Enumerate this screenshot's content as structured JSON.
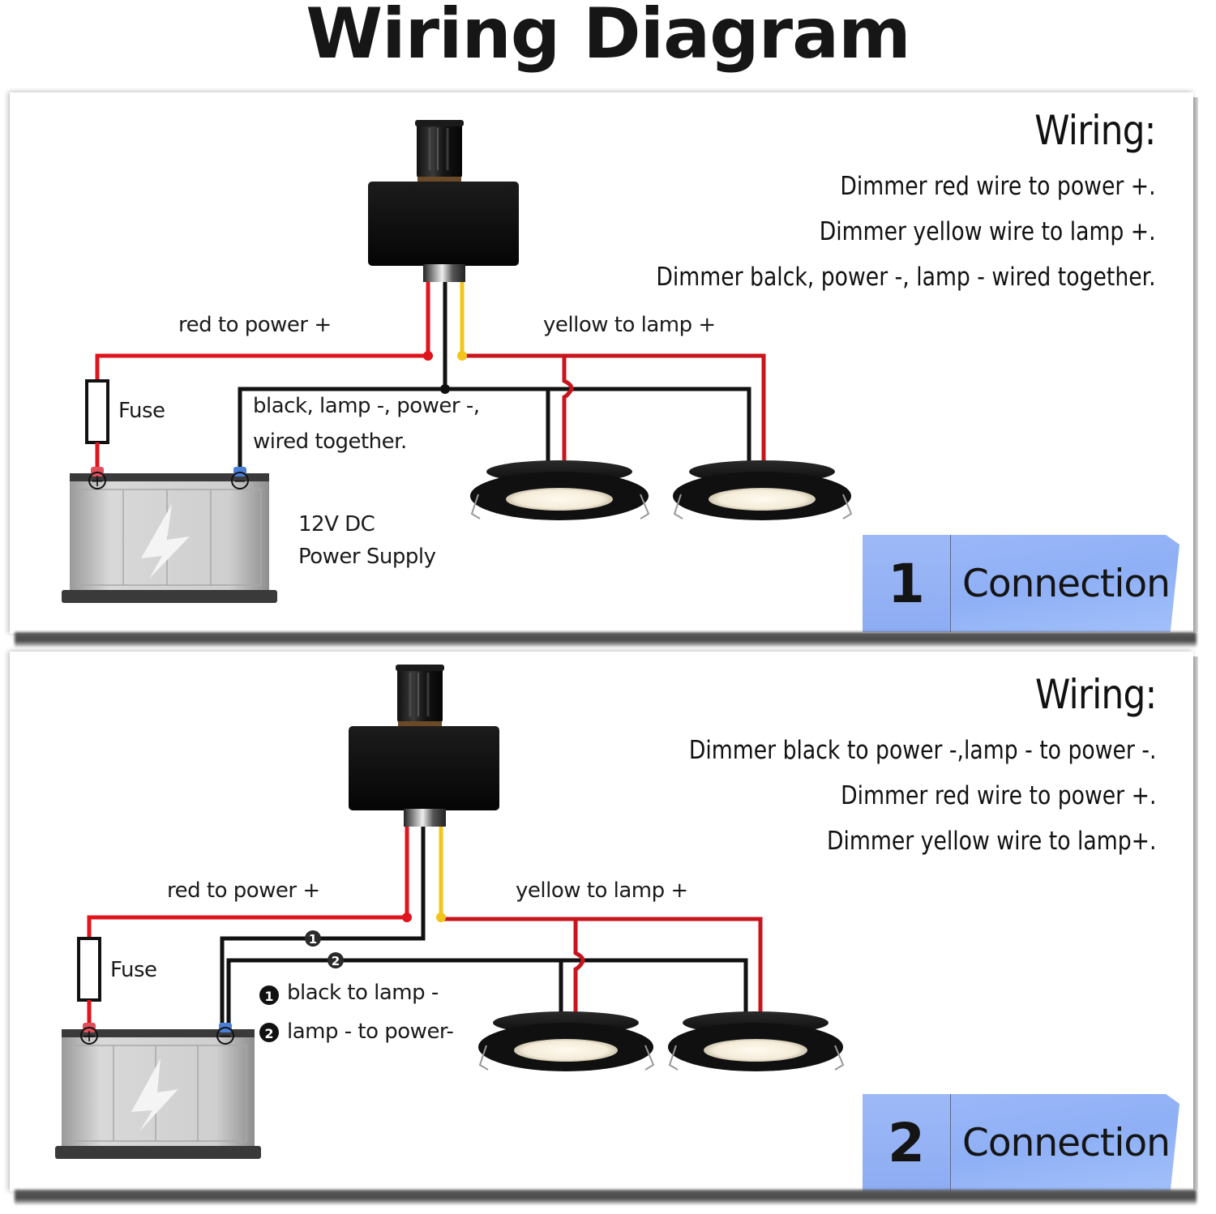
{
  "title": "Wiring Diagram",
  "colors": {
    "red_wire": "#e0141c",
    "yellow_wire": "#f2c51a",
    "black_wire": "#111111",
    "badge_blue": "#94b2f5",
    "battery_gray": "#c9c9c9",
    "terminal_pos": "#e0505a",
    "terminal_neg": "#4a7fd6"
  },
  "panels": [
    {
      "id": 1,
      "wiring_heading": "Wiring:",
      "wiring_instructions": [
        "Dimmer red wire to power +.",
        "Dimmer yellow wire to lamp +.",
        "Dimmer balck, power -, lamp - wired together."
      ],
      "labels": {
        "red": "red to power +",
        "yellow": "yellow to lamp +",
        "fuse": "Fuse",
        "black_line1": "black, lamp -, power -,",
        "black_line2": "wired together.",
        "supply_line1": "12V DC",
        "supply_line2": "Power Supply"
      },
      "badge": {
        "number": "1",
        "text": "Connection"
      }
    },
    {
      "id": 2,
      "wiring_heading": "Wiring:",
      "wiring_instructions": [
        "Dimmer black to power -,lamp - to power -.",
        "Dimmer red wire to power +.",
        "Dimmer yellow wire to lamp+."
      ],
      "labels": {
        "red": "red to power +",
        "yellow": "yellow to lamp +",
        "fuse": "Fuse",
        "marker1": "1",
        "marker2": "2",
        "note1": "black to lamp -",
        "note2": "lamp - to power-"
      },
      "badge": {
        "number": "2",
        "text": "Connection"
      }
    }
  ],
  "components": {
    "battery_terminals": [
      "+",
      "−"
    ],
    "lamp_count_per_panel": 2
  }
}
